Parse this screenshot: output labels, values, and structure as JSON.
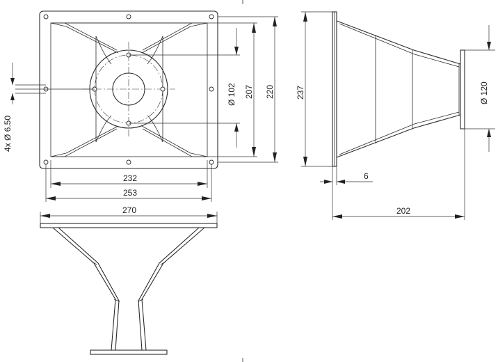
{
  "dimensions": {
    "d232": "232",
    "d253": "253",
    "d270": "270",
    "d207": "207",
    "d220": "220",
    "dia102": "Ø 102",
    "holes": "4x Ø 6.50",
    "d237": "237",
    "d6": "6",
    "d202": "202",
    "dia120": "Ø 120"
  },
  "colors": {
    "line": "#2a2a2a",
    "background": "#ffffff"
  }
}
